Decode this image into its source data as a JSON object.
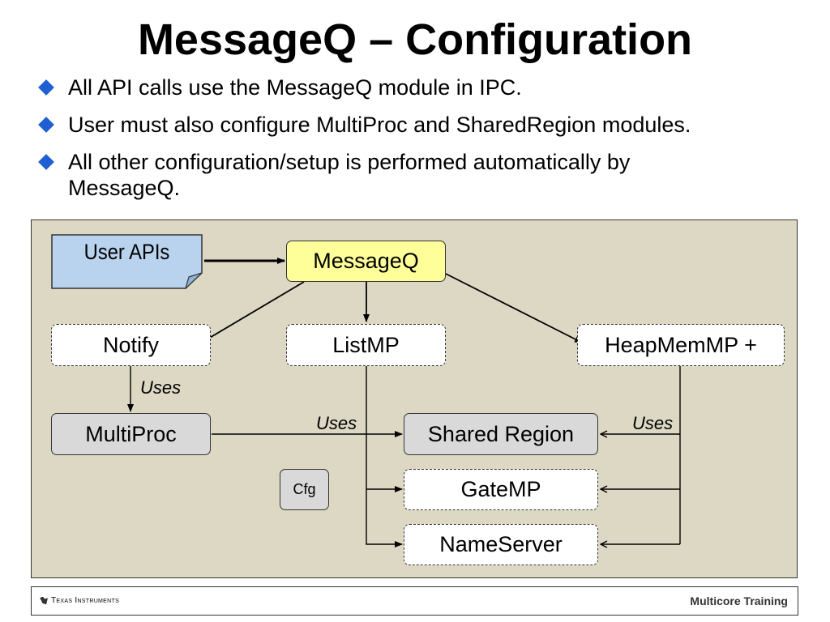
{
  "title": "MessageQ – Configuration",
  "bullets": [
    "All API calls use the MessageQ module in IPC.",
    "User must also configure MultiProc and SharedRegion modules.",
    "All other configuration/setup is performed automatically by MessageQ."
  ],
  "diagram": {
    "user_apis": "User APIs",
    "messageq": "MessageQ",
    "notify": "Notify",
    "listmp": "ListMP",
    "heapmemmp": "HeapMemMP +",
    "multiproc": "MultiProc",
    "shared_region": "Shared Region",
    "gatemp": "GateMP",
    "nameserver": "NameServer",
    "cfg": "Cfg",
    "uses_notify": "Uses",
    "uses_multiproc": "Uses",
    "uses_heap": "Uses"
  },
  "footer": {
    "company": "Texas Instruments",
    "course": "Multicore Training"
  },
  "colors": {
    "panel_bg": "#dcd8c3",
    "messageq_bg": "#ffff99",
    "gray_box": "#d9d9d9",
    "user_apis_bg": "#b9d3ee",
    "bullet": "#1f5fd1"
  }
}
